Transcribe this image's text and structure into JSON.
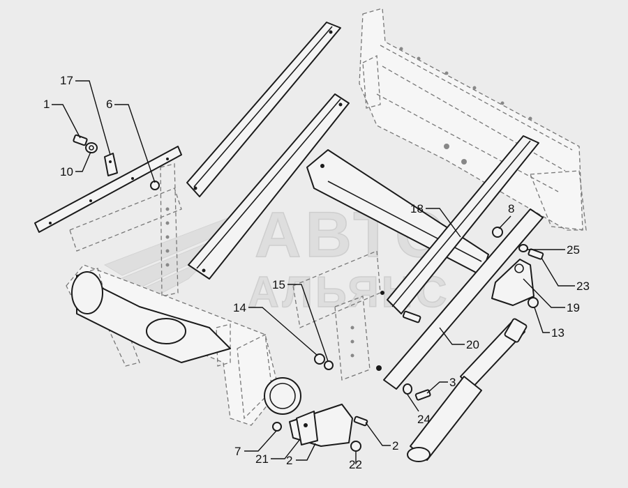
{
  "watermark": {
    "line1": "АВТО",
    "line2": "АЛЬЯНС"
  },
  "callouts": [
    "1",
    "17",
    "6",
    "10",
    "18",
    "8",
    "25",
    "23",
    "19",
    "13",
    "20",
    "15",
    "14",
    "3",
    "24",
    "2",
    "2",
    "7",
    "21",
    "2",
    "22"
  ],
  "colors": {
    "background": "#ececec",
    "line": "#1a1a1a",
    "ghost_line": "#777777",
    "watermark": "#dadada"
  }
}
